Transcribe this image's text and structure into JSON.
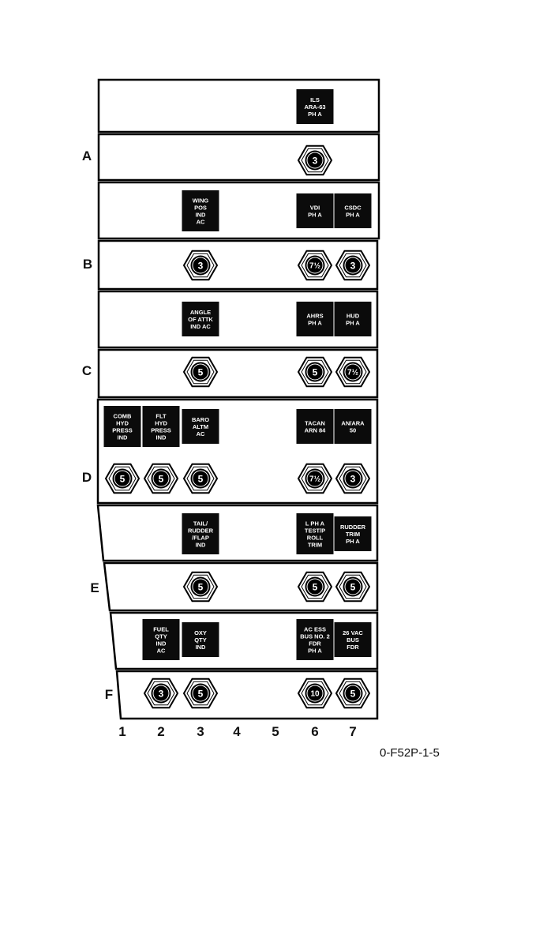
{
  "figure_id": "0-F52P-1-5",
  "row_labels": [
    "A",
    "B",
    "C",
    "D",
    "E",
    "F"
  ],
  "column_labels": [
    "1",
    "2",
    "3",
    "4",
    "5",
    "6",
    "7"
  ],
  "placards": [
    {
      "text": "ILS\nARA-63\nPH A",
      "row": "A",
      "column": 6
    },
    {
      "text": "WING\nPOS\nIND\nAC",
      "row": "B",
      "column": 3
    },
    {
      "text": "VDI\nPH A",
      "row": "B",
      "column": 6
    },
    {
      "text": "CSDC\nPH A",
      "row": "B",
      "column": 7
    },
    {
      "text": "ANGLE\nOF ATTK\nIND AC",
      "row": "C",
      "column": 3
    },
    {
      "text": "AHRS\nPH A",
      "row": "C",
      "column": 6
    },
    {
      "text": "HUD\nPH A",
      "row": "C",
      "column": 7
    },
    {
      "text": "COMB\nHYD\nPRESS\nIND",
      "row": "D",
      "column": 1
    },
    {
      "text": "FLT\nHYD\nPRESS\nIND",
      "row": "D",
      "column": 2
    },
    {
      "text": "BARO\nALTM\nAC",
      "row": "D",
      "column": 3
    },
    {
      "text": "TACAN\nARN 84",
      "row": "D",
      "column": 6
    },
    {
      "text": "AN/ARA\n50",
      "row": "D",
      "column": 7
    },
    {
      "text": "TAIL/\nRUDDER\n/FLAP\nIND",
      "row": "E",
      "column": 3
    },
    {
      "text": "L PH A\nTEST/P\nROLL\nTRIM",
      "row": "E",
      "column": 6
    },
    {
      "text": "RUDDER\nTRIM\nPH A",
      "row": "E",
      "column": 7
    },
    {
      "text": "FUEL\nQTY\nIND\nAC",
      "row": "F",
      "column": 2
    },
    {
      "text": "OXY\nQTY\nIND",
      "row": "F",
      "column": 3
    },
    {
      "text": "AC ESS\nBUS NO. 2\nFDR\nPH A",
      "row": "F",
      "column": 6
    },
    {
      "text": "26 VAC\nBUS\nFDR",
      "row": "F",
      "column": 7
    }
  ],
  "circuit_breakers": [
    {
      "rating": "3",
      "row": "A",
      "column": 6
    },
    {
      "rating": "3",
      "row": "B",
      "column": 3
    },
    {
      "rating": "7½",
      "row": "B",
      "column": 6
    },
    {
      "rating": "3",
      "row": "B",
      "column": 7
    },
    {
      "rating": "5",
      "row": "C",
      "column": 3
    },
    {
      "rating": "5",
      "row": "C",
      "column": 6
    },
    {
      "rating": "7½",
      "row": "C",
      "column": 7
    },
    {
      "rating": "5",
      "row": "D",
      "column": 1
    },
    {
      "rating": "5",
      "row": "D",
      "column": 2
    },
    {
      "rating": "5",
      "row": "D",
      "column": 3
    },
    {
      "rating": "7½",
      "row": "D",
      "column": 6
    },
    {
      "rating": "3",
      "row": "D",
      "column": 7
    },
    {
      "rating": "5",
      "row": "E",
      "column": 3
    },
    {
      "rating": "5",
      "row": "E",
      "column": 6
    },
    {
      "rating": "5",
      "row": "E",
      "column": 7
    },
    {
      "rating": "3",
      "row": "F",
      "column": 2
    },
    {
      "rating": "5",
      "row": "F",
      "column": 3
    },
    {
      "rating": "10",
      "row": "F",
      "column": 6
    },
    {
      "rating": "5",
      "row": "F",
      "column": 7
    }
  ]
}
